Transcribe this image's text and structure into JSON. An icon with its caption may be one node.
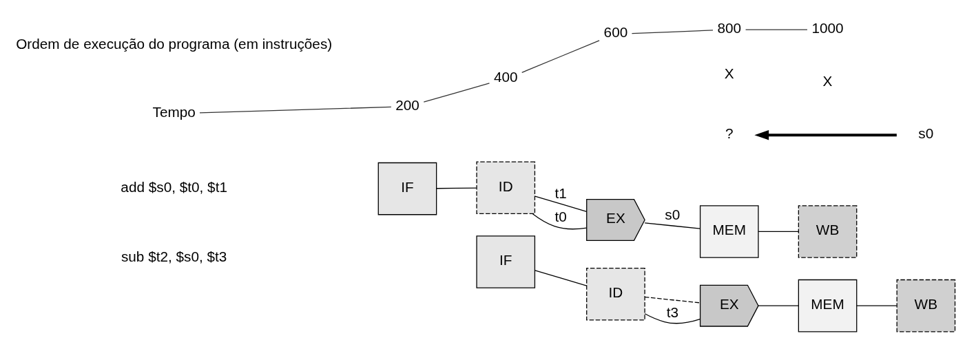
{
  "diagram": {
    "nodes": [
      {
        "text": [
          "IF"
        ]
      },
      {
        "text": [
          "ID"
        ]
      },
      {
        "text": [
          "EX"
        ]
      },
      {
        "text": [
          "MEM"
        ]
      },
      {
        "text": [
          "WB"
        ]
      },
      {
        "text": [
          "s0"
        ]
      },
      {
        "text": [
          "?"
        ]
      },
      {
        "text": [
          "IF"
        ]
      },
      {
        "text": [
          "ID"
        ]
      },
      {
        "text": [
          "EX"
        ]
      },
      {
        "text": [
          "MEM"
        ]
      },
      {
        "text": [
          "WB"
        ]
      }
    ],
    "edges": [
      {
        "from": 0,
        "to": 1,
        "arrow": "none"
      },
      {
        "from": 1,
        "to": 2,
        "arrow": "none",
        "label": "t0"
      },
      {
        "from": 1,
        "to": 2,
        "arrow": "none",
        "label": "t1"
      },
      {
        "from": 2,
        "to": 3,
        "arrow": "none",
        "label": "s0"
      },
      {
        "from": 3,
        "to": 4,
        "arrow": "none"
      },
      {
        "from": 5,
        "to": 6,
        "arrow": "to",
        "style": "thick"
      },
      {
        "from": 7,
        "to": 8,
        "arrow": "none"
      },
      {
        "from": 8,
        "to": 9,
        "arrow": "none",
        "style": "dashed"
      },
      {
        "from": 8,
        "to": 9,
        "arrow": "none",
        "label": "t3"
      },
      {
        "from": 9,
        "to": 10,
        "arrow": "none"
      },
      {
        "from": 10,
        "to": 11,
        "arrow": "none"
      }
    ],
    "labels": [
      "Ordem de execução do programa (em instruções)",
      "Tempo",
      "200",
      "400",
      "600",
      "800",
      "1000",
      "add $s0, $t0, $t1",
      "X",
      "sub $t2, $s0, $t3",
      "X"
    ]
  }
}
